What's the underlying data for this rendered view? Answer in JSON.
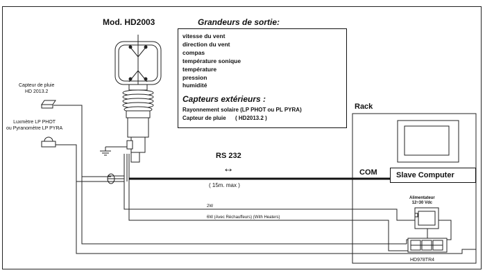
{
  "model_title": "Mod. HD2003",
  "outputs": {
    "title": "Grandeurs de sortie:",
    "items": [
      "vitesse du vent",
      "direction du vent",
      "compas",
      "température sonique",
      "température",
      "pression",
      "humidité"
    ],
    "external_title": "Capteurs extérieurs :",
    "external_items": [
      "Rayonnement solaire (LP PHOT ou PL PYRA)",
      "Capteur de pluie      ( HD2013.2 )"
    ]
  },
  "rain_sensor_label": [
    "Capteur de pluie",
    "HD 2013.2"
  ],
  "luxmeter_label": [
    "Luxmètre LP PHOT",
    "ou Pyranomètre LP PYRA"
  ],
  "rs232_label": "RS 232",
  "arrow": "↔",
  "max_length": "( 15m. max )",
  "com_label": "COM",
  "rack_label": "Rack",
  "slave_computer": "Slave Computer",
  "power_2w": "2W",
  "power_6w": "6W (Avec Réchauffeurs) (With Heaters)",
  "power_supply": [
    "Alimentateur",
    "12÷30 Vdc"
  ],
  "relay_label": "HD978TR4",
  "colors": {
    "line": "#111111",
    "background": "#ffffff"
  }
}
